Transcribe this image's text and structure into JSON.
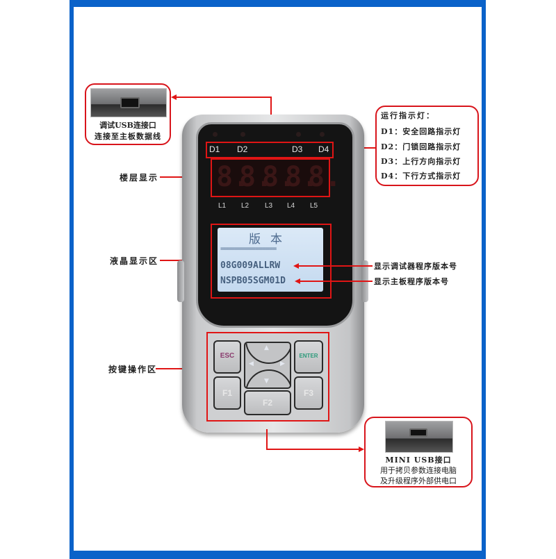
{
  "device": {
    "leds": [
      "D1",
      "D2",
      "D3",
      "D4"
    ],
    "segment_display": [
      "8.",
      "8.",
      "8.",
      "8.",
      "8."
    ],
    "floor_labels": [
      "L1",
      "L2",
      "L3",
      "L4",
      "L5"
    ],
    "lcd": {
      "title": "版本",
      "separator": "================",
      "line1": "08G009ALLRW",
      "line2": "NSPB05SGM01D"
    },
    "keys": {
      "esc": "ESC",
      "enter": "ENTER",
      "f1": "F1",
      "f2": "F2",
      "f3": "F3",
      "up": "▲",
      "down": "▼",
      "left": "◀",
      "right": "▶"
    }
  },
  "callouts": {
    "debug_usb": {
      "line1": "调试USB连接口",
      "line2": "连接至主板数据线"
    },
    "indicators": {
      "title": "运行指示灯：",
      "items": [
        "D1：安全回路指示灯",
        "D2：门锁回路指示灯",
        "D3：上行方向指示灯",
        "D4：下行方式指示灯"
      ]
    },
    "floor_display": "楼层显示",
    "lcd_area": "液晶显示区",
    "debugger_version": "显示调试器程序版本号",
    "mainboard_version": "显示主板程序版本号",
    "keypad_area": "按键操作区",
    "mini_usb": {
      "line1": "MINI USB接口",
      "line2": "用于拷贝参数连接电脑",
      "line3": "及升级程序外部供电口"
    }
  },
  "colors": {
    "frame": "#0a62c9",
    "callout": "#e01515",
    "esc": "#8a3b6e",
    "enter": "#2a9a7a",
    "lcd_text": "#46607f"
  }
}
